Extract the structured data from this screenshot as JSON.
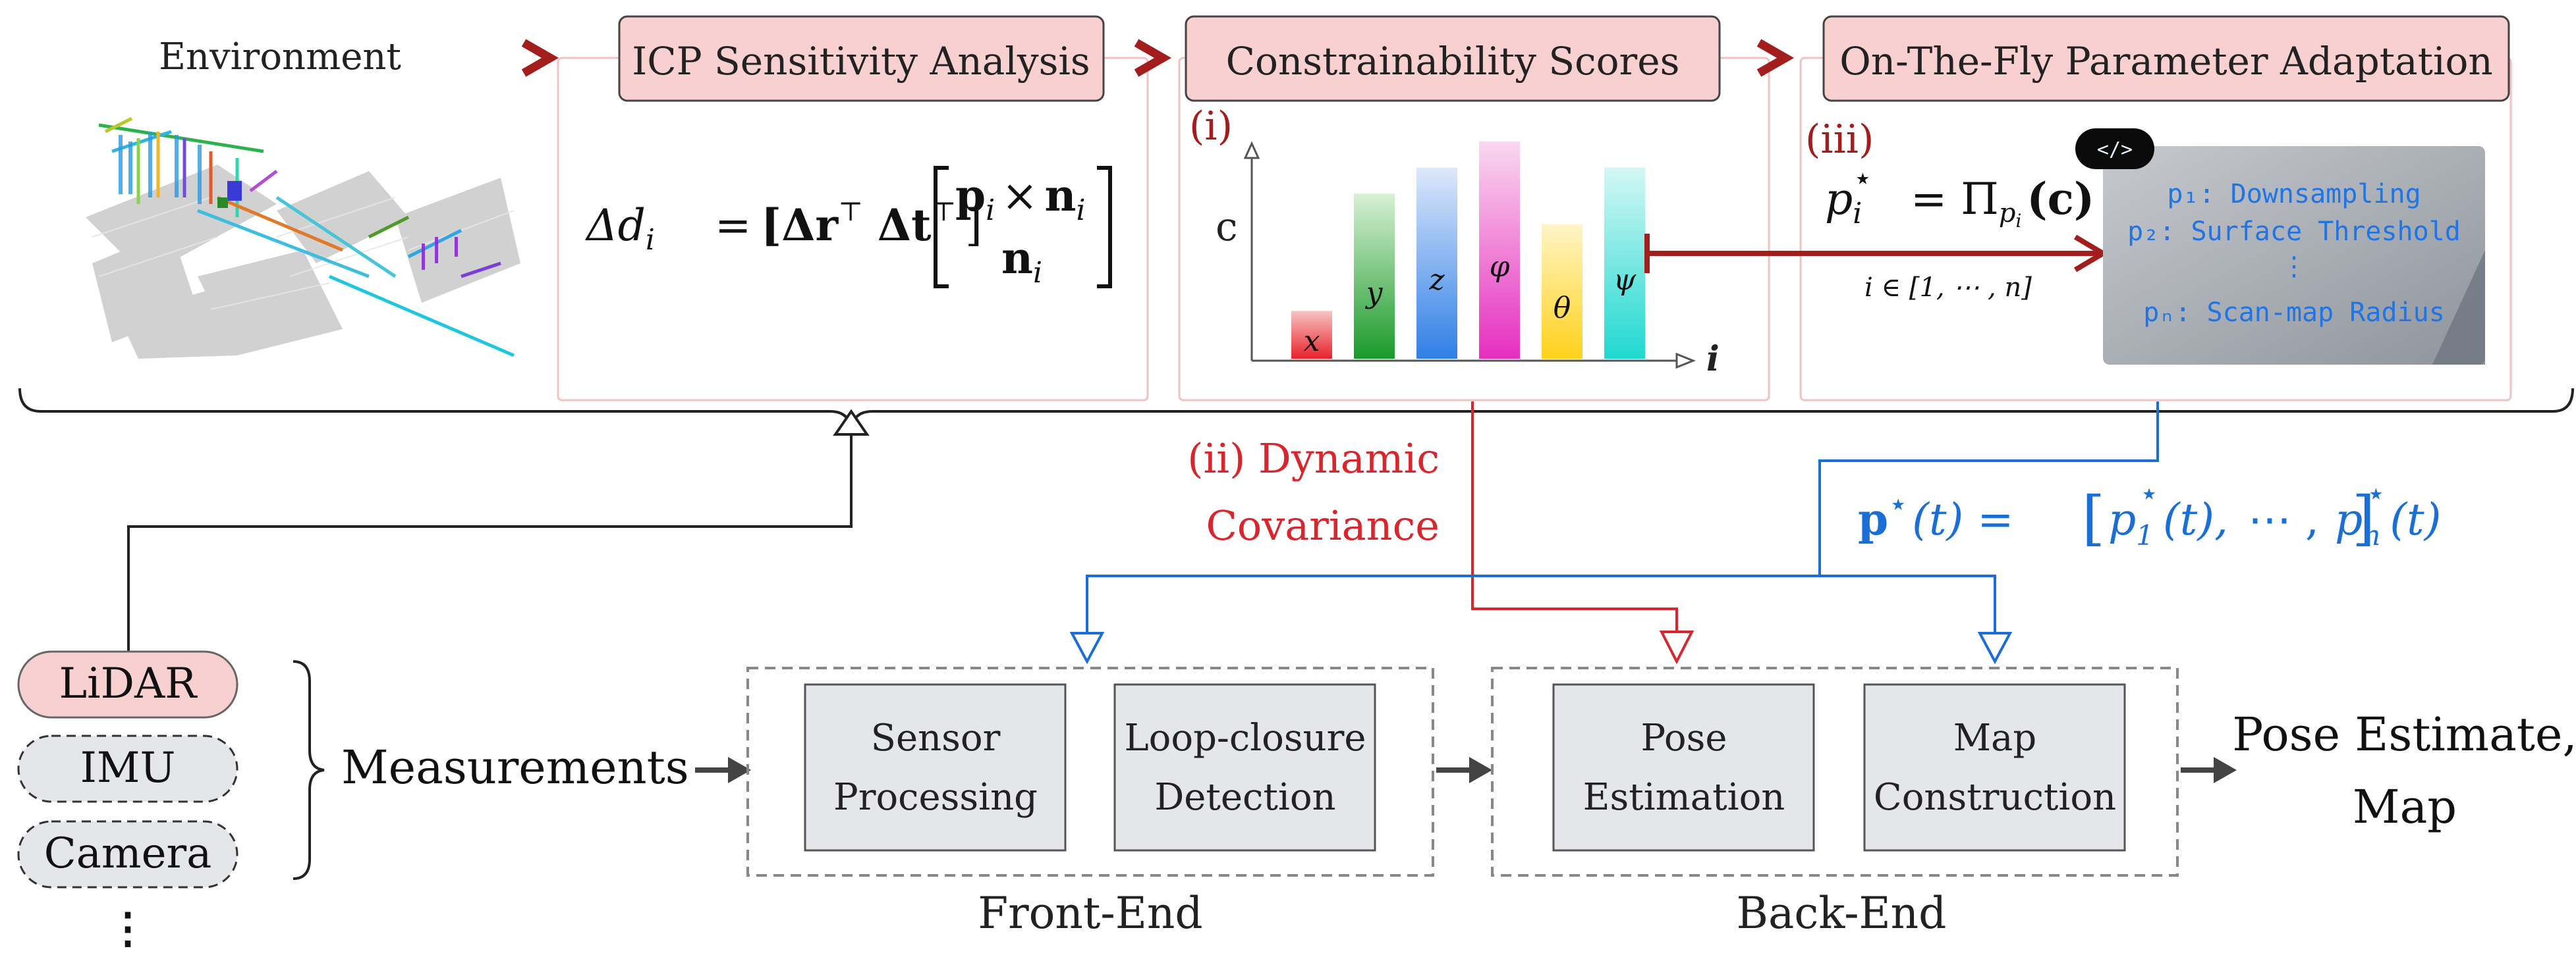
{
  "environment_label": "Environment",
  "stages": {
    "s1": "ICP Sensitivity Analysis",
    "s2": "Constrainability Scores",
    "s3": "On-The-Fly Parameter Adaptation"
  },
  "equation_sensitivity": {
    "lhs": "Δd",
    "lhs_sub": "i",
    "eq": "=",
    "row_mid": "[Δr",
    "row_mid2": "Δt",
    "row_end": "]",
    "top": "p",
    "top_sub": "i",
    "times": "×",
    "top2": "n",
    "top2_sub": "i",
    "bottom": "n",
    "bottom_sub": "i",
    "transpose": "⊤"
  },
  "markers": {
    "i": "(i)",
    "ii_a": "(ii) Dynamic",
    "ii_b": "Covariance",
    "iii": "(iii)"
  },
  "chart_data": {
    "type": "bar",
    "ylabel": "c",
    "xlabel": "i",
    "categories": [
      "x",
      "y",
      "z",
      "φ",
      "θ",
      "ψ"
    ],
    "values": [
      0.22,
      0.76,
      0.88,
      1.0,
      0.62,
      0.88
    ],
    "ylim": [
      0,
      1.1
    ],
    "colors": [
      "#e8222a",
      "#1a9a2a",
      "#2f7fe6",
      "#e62fbf",
      "#ffd21a",
      "#1fd8d0"
    ]
  },
  "policy_equation": {
    "lhs": "p",
    "lhs_sub": "i",
    "star": "⋆",
    "eq": "= Π",
    "pi_sub": "p",
    "pi_subsub": "i",
    "arg": "(c)",
    "range": "i ∈ [1, ⋯ , n]"
  },
  "code_card": {
    "badge": "</>",
    "line1": "p₁: Downsampling",
    "line2": "p₂: Surface Threshold",
    "line3": "⋮",
    "line4": "pₙ: Scan-map Radius"
  },
  "param_vector": {
    "lhs": "p",
    "star": "⋆",
    "t": "(t) =",
    "open": "[",
    "p1": "p",
    "p1_sub": "1",
    "p1_t": "(t),",
    "dots": "⋯ ,",
    "pn": "p",
    "pn_sub": "n",
    "pn_t": "(t)",
    "close": "]"
  },
  "sensors": {
    "lidar": "LiDAR",
    "imu": "IMU",
    "camera": "Camera",
    "more": "⋮"
  },
  "measurements": "Measurements",
  "frontend": {
    "title": "Front-End",
    "box1_a": "Sensor",
    "box1_b": "Processing",
    "box2_a": "Loop-closure",
    "box2_b": "Detection"
  },
  "backend": {
    "title": "Back-End",
    "box1_a": "Pose",
    "box1_b": "Estimation",
    "box2_a": "Map",
    "box2_b": "Construction"
  },
  "output": {
    "line1": "Pose Estimate,",
    "line2": "Map"
  },
  "colors": {
    "stage_fill": "#f9d0d0",
    "panel_border": "#f3c1c1",
    "dark_red": "#a41d1d",
    "red": "#d8262c",
    "blue": "#1a6fd6",
    "box_fill": "#e4e6ea",
    "card_fill": "#a9aeb6"
  }
}
